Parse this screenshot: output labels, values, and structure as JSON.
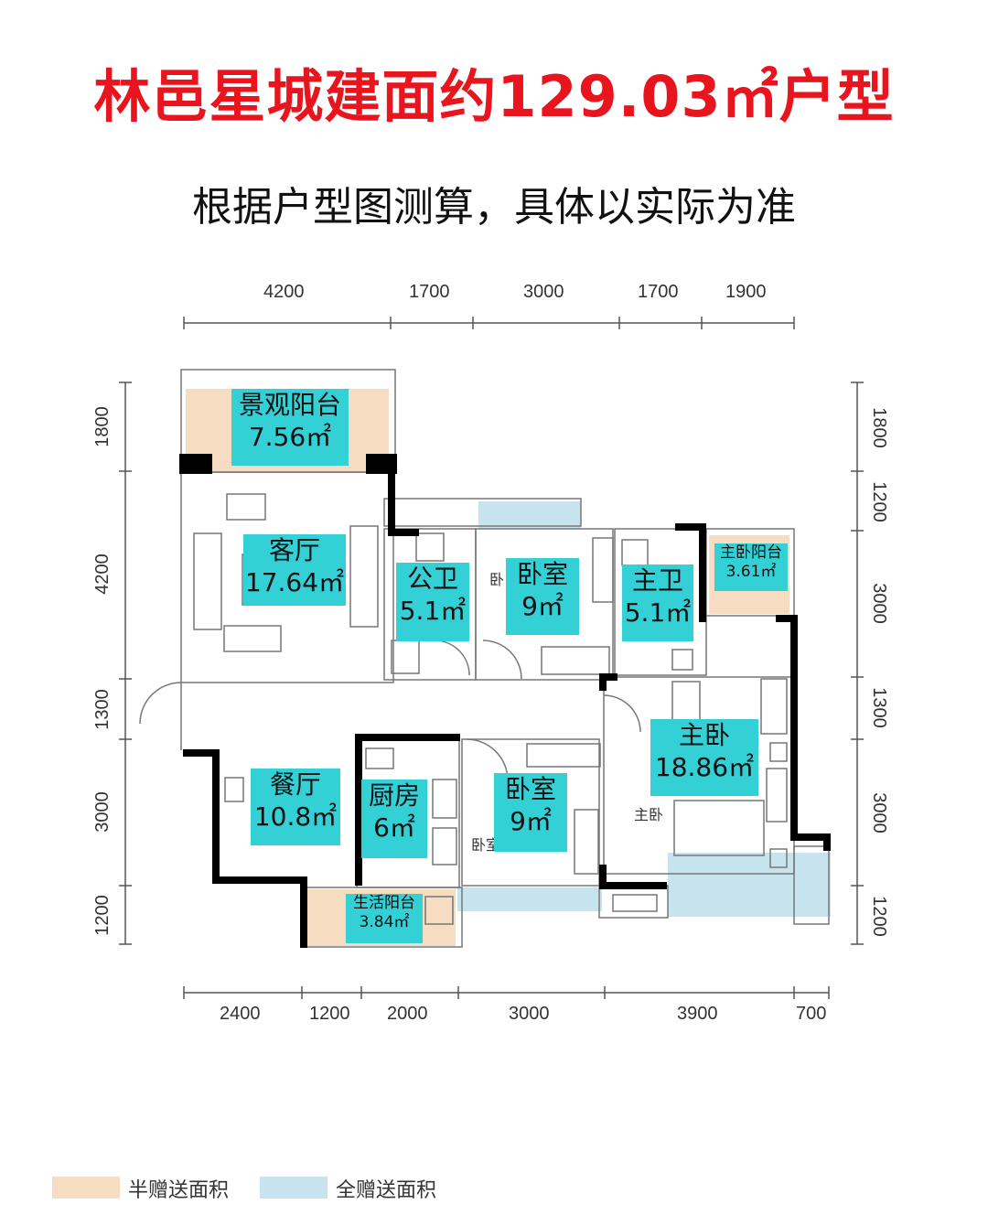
{
  "title": "林邑星城建面约129.03㎡户型",
  "subtitle": "根据户型图测算，具体以实际为准",
  "dimensions": {
    "top": [
      "4200",
      "1700",
      "3000",
      "1700",
      "1900"
    ],
    "bottom": [
      "2400",
      "1200",
      "2000",
      "3000",
      "3900",
      "700"
    ],
    "left": [
      "1800",
      "4200",
      "1300",
      "3000",
      "1200"
    ],
    "right": [
      "1800",
      "1200",
      "3000",
      "1300",
      "3000",
      "1200"
    ]
  },
  "rooms": {
    "landscape_balcony": {
      "name": "景观阳台",
      "area": "7.56㎡"
    },
    "living_room": {
      "name": "客厅",
      "area": "17.64㎡"
    },
    "public_bath": {
      "name": "公卫",
      "area": "5.1㎡"
    },
    "bedroom_1": {
      "name": "卧室",
      "area": "9㎡"
    },
    "master_bath": {
      "name": "主卫",
      "area": "5.1㎡"
    },
    "master_balcony": {
      "name": "主卧阳台",
      "area": "3.61㎡"
    },
    "master_bedroom": {
      "name": "主卧",
      "area": "18.86㎡"
    },
    "dining_room": {
      "name": "餐厅",
      "area": "10.8㎡"
    },
    "kitchen": {
      "name": "厨房",
      "area": "6㎡"
    },
    "bedroom_2": {
      "name": "卧室",
      "area": "9㎡"
    },
    "service_balcony": {
      "name": "生活阳台",
      "area": "3.84㎡"
    }
  },
  "plan_labels": {
    "bedroom_small_1": "卧",
    "bedroom_small_2": "卧室",
    "master_small": "主卧"
  },
  "legend": {
    "half": {
      "label": "半赠送面积",
      "color": "#f6dcc0"
    },
    "full": {
      "label": "全赠送面积",
      "color": "#c7e3ee"
    }
  },
  "colors": {
    "title": "#e8141e",
    "room_label_bg": "#33d0d6"
  }
}
